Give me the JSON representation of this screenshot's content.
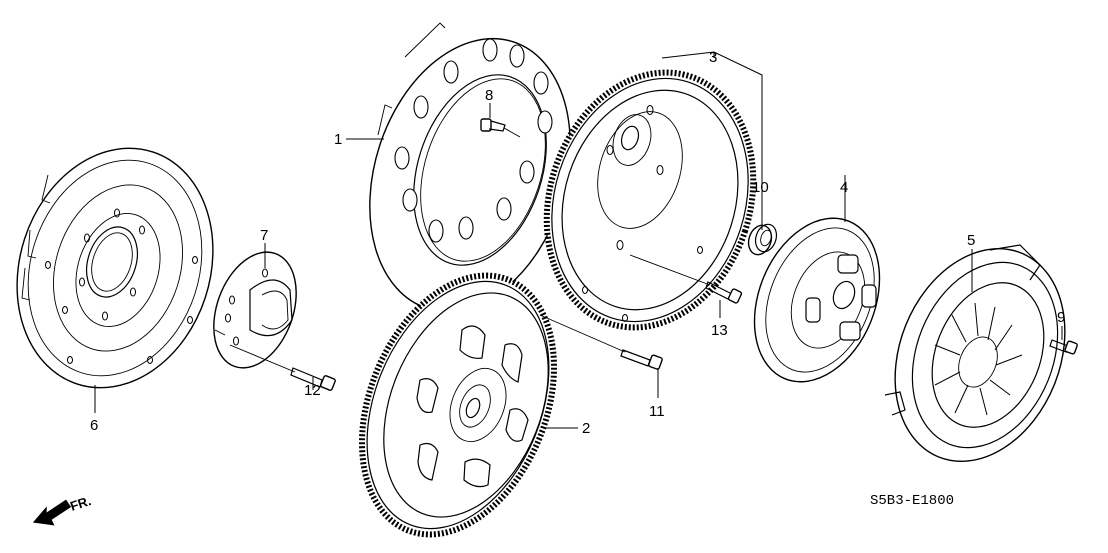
{
  "diagram": {
    "title": "Flywheel / Clutch parts diagram",
    "code": "S5B3-E1800",
    "direction_label": "FR.",
    "callouts": [
      {
        "id": "1",
        "part": "drive-plate"
      },
      {
        "id": "2",
        "part": "drive-plate-ring-gear"
      },
      {
        "id": "3",
        "part": "flywheel-assembly"
      },
      {
        "id": "4",
        "part": "clutch-disc"
      },
      {
        "id": "5",
        "part": "pressure-plate"
      },
      {
        "id": "6",
        "part": "flywheel-cover-plate"
      },
      {
        "id": "7",
        "part": "back-plate"
      },
      {
        "id": "8",
        "part": "bolt"
      },
      {
        "id": "9",
        "part": "bolt"
      },
      {
        "id": "10",
        "part": "pilot-bearing"
      },
      {
        "id": "11",
        "part": "bolt"
      },
      {
        "id": "12",
        "part": "bolt"
      },
      {
        "id": "13",
        "part": "bolt"
      }
    ]
  }
}
